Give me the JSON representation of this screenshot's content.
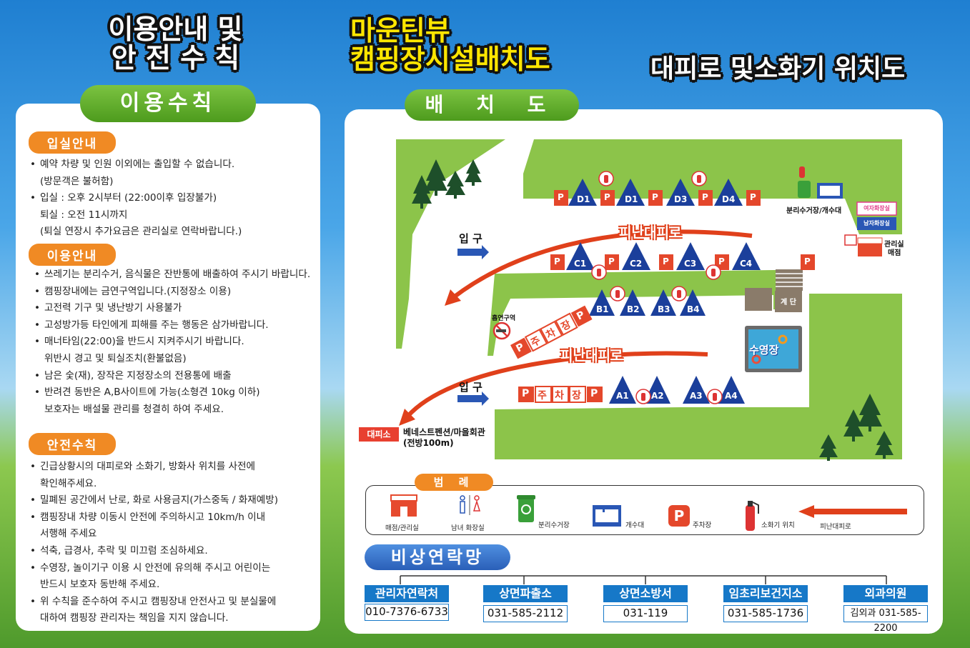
{
  "titles": {
    "left_line1": "이용안내 및",
    "left_line2": "안 전 수 칙",
    "center_line1": "마운틴뷰",
    "center_line2": "캠핑장시설배치도",
    "right": "대피로 및소화기 위치도"
  },
  "pills": {
    "rules": "이용수칙",
    "layout": "배 치 도",
    "emergency": "비상연락망",
    "legend": "범 례"
  },
  "sections": [
    {
      "badge": "입실안내",
      "lines": [
        {
          "bullet": true,
          "text": "예약 차량 및 인원 이외에는 출입할 수 없습니다."
        },
        {
          "bullet": false,
          "text": "(방문객은 불허함)"
        },
        {
          "bullet": true,
          "text": "입실 : 오후 2시부터 (22:00이후 입장불가)"
        },
        {
          "bullet": false,
          "text": "퇴실 : 오전 11시까지"
        },
        {
          "bullet": false,
          "text": "(퇴실 연장시 추가요금은 관리실로 연락바랍니다.)"
        }
      ]
    },
    {
      "badge": "이용안내",
      "lines": [
        {
          "bullet": true,
          "text": "쓰레기는 분리수거, 음식물은 잔반통에 배출하여 주시기 바랍니다."
        },
        {
          "bullet": true,
          "text": "캠핑장내에는 금연구역입니다.(지정장소 이용)"
        },
        {
          "bullet": true,
          "text": "고전력 기구 및  냉난방기 사용불가"
        },
        {
          "bullet": true,
          "text": "고성방가등 타인에게 피해를 주는 행동은 삼가바랍니다."
        },
        {
          "bullet": true,
          "text": "매너타임(22:00)을 반드시 지켜주시기 바랍니다."
        },
        {
          "bullet": false,
          "text": "위반시 경고 및 퇴실조치(환불없음)"
        },
        {
          "bullet": true,
          "text": "남은 숯(재), 장작은 지정장소의 전용통에 배출"
        },
        {
          "bullet": true,
          "text": "반려견 동반은 A,B사이트에 가능(소형견 10kg 이하)"
        },
        {
          "bullet": false,
          "text": "보호자는 배설물 관리를 청결히 하여 주세요."
        }
      ]
    },
    {
      "badge": "안전수칙",
      "lines": [
        {
          "bullet": true,
          "text": "긴급상황시의 대피로와 소화기, 방화사 위치를 사전에"
        },
        {
          "bullet": false,
          "text": "확인해주세요."
        },
        {
          "bullet": true,
          "text": "밀폐된 공간에서 난로, 화로 사용금지(가스중독 / 화재예방)"
        },
        {
          "bullet": true,
          "text": "캠핑장내 차량 이동시 안전에 주의하시고 10km/h 이내"
        },
        {
          "bullet": false,
          "text": "서행해 주세요"
        },
        {
          "bullet": true,
          "text": "석축, 급경사, 추락 및 미끄럼 조심하세요."
        },
        {
          "bullet": true,
          "text": "수영장, 놀이기구 이용 시 안전에 유의해 주시고 어린이는"
        },
        {
          "bullet": false,
          "text": "반드시 보호자 동반해 주세요."
        },
        {
          "bullet": true,
          "text": "위 수칙을 준수하여 주시고 캠핑장내 안전사고 및 분실물에"
        },
        {
          "bullet": false,
          "text": "대하여 캠핑장 관리자는 책임을 지지 않습니다."
        }
      ]
    }
  ],
  "map": {
    "entrance": "입 구",
    "evac_route": "피난대피로",
    "shelter": "대피소",
    "shelter_place": "베네스트펜션/마을회관",
    "shelter_dist": "(전방100m)",
    "smoking": "흡연구역",
    "stairs": "계 단",
    "pool": "수영장",
    "recycle": "분리수거장/개수대",
    "women_wc": "여자화장실",
    "men_wc": "남자화장실",
    "office_line1": "관리실",
    "office_line2": "매점",
    "parking_letter": "P",
    "parking_word": [
      "주",
      "차",
      "장"
    ],
    "sites_d": [
      "D1",
      "D1",
      "D3",
      "D4"
    ],
    "sites_c": [
      "C1",
      "C2",
      "C3",
      "C4"
    ],
    "sites_b": [
      "B1",
      "B2",
      "B3",
      "B4"
    ],
    "sites_a": [
      "A1",
      "A2",
      "A3",
      "A4"
    ]
  },
  "legend": [
    {
      "label": "매점/관리실",
      "icon": "store-icon"
    },
    {
      "label": "남녀 화장실",
      "icon": "restroom-icon"
    },
    {
      "label": "분리수거장",
      "icon": "recycle-bin-icon"
    },
    {
      "label": "개수대",
      "icon": "sink-icon"
    },
    {
      "label": "주차장",
      "icon": "parking-icon"
    },
    {
      "label": "소화기 위치",
      "icon": "fire-extinguisher-icon"
    },
    {
      "label": "피난대피로",
      "icon": "evac-arrow-icon"
    }
  ],
  "contacts": [
    {
      "title": "관리자연락처",
      "number": "010-7376-6733"
    },
    {
      "title": "상면파출소",
      "number": "031-585-2112"
    },
    {
      "title": "상면소방서",
      "number": "031-119"
    },
    {
      "title": "임초리보건지소",
      "number": "031-585-1736"
    },
    {
      "title": "외과의원",
      "number": "김외과 031-585-2200"
    }
  ],
  "colors": {
    "grass": "#8cc44a",
    "site_blue": "#1b3f9b",
    "parking_red": "#e4472b",
    "evac_red": "#e0401b",
    "contact_blue": "#1678c8",
    "badge_orange": "#f08a24"
  }
}
